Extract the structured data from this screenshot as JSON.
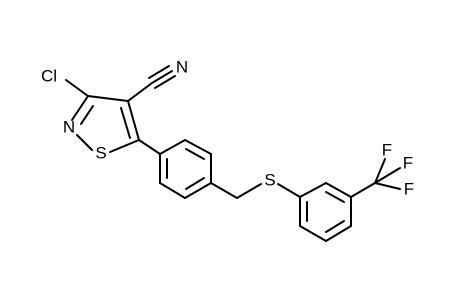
{
  "diagram_kind": "chemical-structure",
  "colors": {
    "background": "#ffffff",
    "ink": "#000000"
  },
  "atom_labels": {
    "chlorine": "Cl",
    "ring_nitrogen": "N",
    "ring_sulfur": "S",
    "nitrile_nitrogen": "N",
    "thioether_sulfur": "S",
    "fluorine_top": "F",
    "fluorine_middle": "F",
    "fluorine_bottom": "F"
  }
}
